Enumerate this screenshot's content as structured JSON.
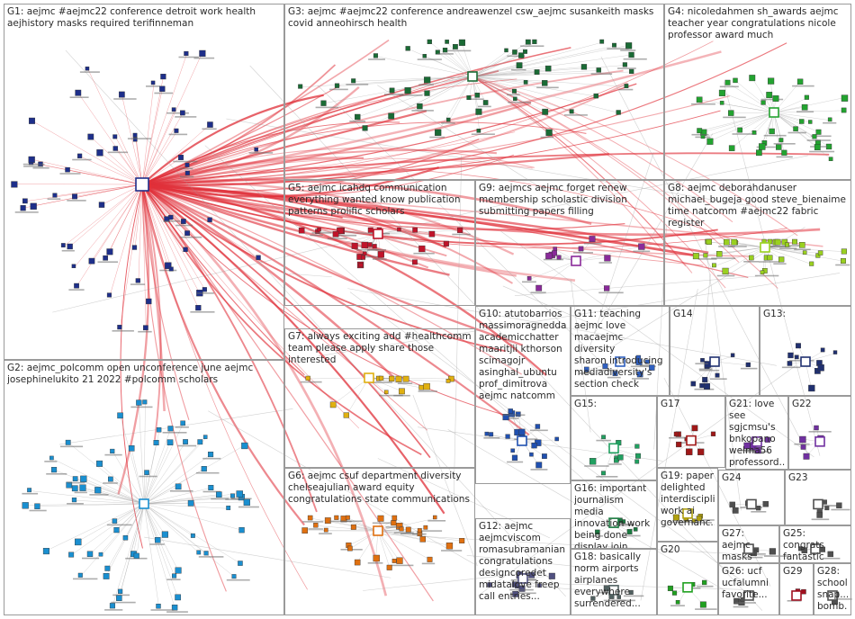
{
  "colors": {
    "edge_primary": "#e0303a",
    "edge_neutral": "#9a9a9a",
    "background": "#ffffff",
    "frame": "#9a9a9a"
  },
  "groups": [
    {
      "id": "G1",
      "label": "G1: aejmc #aejmc22 conference detroit work health\naejhistory masks required terifinneman",
      "color": "#1e2f8a",
      "nodes": 60
    },
    {
      "id": "G2",
      "label": "G2: aejmc_polcomm open unconference june aejmc\njosephinelukito 21 2022 #polcomm scholars",
      "color": "#1a8fd0",
      "nodes": 70
    },
    {
      "id": "G3",
      "label": "G3: aejmc #aejmc22 conference andreawenzel csw_aejmc susankeith masks\ncovid anneohirsch health",
      "color": "#1a6b35",
      "nodes": 55
    },
    {
      "id": "G4",
      "label": "G4: nicoledahmen sh_awards aejmc\nteacher year congratulations nicole\nprofessor award much",
      "color": "#23a330",
      "nodes": 40
    },
    {
      "id": "G5",
      "label": "G5: aejmc icahdq communication\neverything wanted know publication\npatterns prolific scholars",
      "color": "#c0142a",
      "nodes": 25
    },
    {
      "id": "G6",
      "label": "G6: aejmc csuf department diversity\nchelseajulian award equity\ncongratulations state communications",
      "color": "#e07010",
      "nodes": 30
    },
    {
      "id": "G7",
      "label": "G7: always exciting add #healthcomm\nteam please apply share those\ninterested",
      "color": "#e0b010",
      "nodes": 15
    },
    {
      "id": "G8",
      "label": "G8: aejmc deborahdanuser\nmichael_bugeja good steve_bienaime\ntime natcomm #aejmc22 fabric\nregister",
      "color": "#9ad020",
      "nodes": 30
    },
    {
      "id": "G9",
      "label": "G9: aejmcs aejmc forget renew\nmembership scholastic division\nsubmitting papers filling",
      "color": "#8a2a9a",
      "nodes": 12
    },
    {
      "id": "G10",
      "label": "G10: atutobarrios\nmassimoragnedda\nacademicchatter\nmaaritjii kthorson\nscimagojr\nasinghal_ubuntu\nprof_dimitrova\naejmc natcomm",
      "color": "#2050b0",
      "nodes": 20
    },
    {
      "id": "G11",
      "label": "G11: teaching\naejmc love\nmacaejmc diversity\nsharon introducing\nmediadiversity's\nsection check",
      "color": "#3060c0",
      "nodes": 8
    },
    {
      "id": "G12",
      "label": "G12: aejmc\naejmcviscom\nromasubramanian\ncongratulations\ndesigncoredet\nmidatalove freep\ncall entries...",
      "color": "#505080",
      "nodes": 10
    },
    {
      "id": "G13",
      "label": "G13:",
      "color": "#203070",
      "nodes": 10
    },
    {
      "id": "G14",
      "label": "G14",
      "color": "#203070",
      "nodes": 10
    },
    {
      "id": "G15",
      "label": "G15:",
      "color": "#20a060",
      "nodes": 10
    },
    {
      "id": "G16",
      "label": "G16: important\njournalism media\ninnovation work\nbeing done\ndisplay join...",
      "color": "#1a7a40",
      "nodes": 6
    },
    {
      "id": "G17",
      "label": "G17",
      "color": "#a01818",
      "nodes": 8
    },
    {
      "id": "G18",
      "label": "G18: basically\nnorm airports\nairplanes\neverywhere\nsurrendered...",
      "color": "#506060",
      "nodes": 6
    },
    {
      "id": "G19",
      "label": "G19: paper\ndelighted\ninterdiscipli...\nwork ai\ngovernanc...",
      "color": "#b0a010",
      "nodes": 6
    },
    {
      "id": "G20",
      "label": "G20",
      "color": "#20a020",
      "nodes": 6
    },
    {
      "id": "G21",
      "label": "G21: love\nsee\nsgjcmsu's\nbnkopano\nwelma56\nprofessord...",
      "color": "#7030a0",
      "nodes": 5
    },
    {
      "id": "G22",
      "label": "G22",
      "color": "#7030a0",
      "nodes": 5
    },
    {
      "id": "G23",
      "label": "G23",
      "color": "#505050",
      "nodes": 5
    },
    {
      "id": "G24",
      "label": "G24",
      "color": "#505050",
      "nodes": 5
    },
    {
      "id": "G25",
      "label": "G25: congrats\nfantastic\nhonor...",
      "color": "#505050",
      "nodes": 4
    },
    {
      "id": "G26",
      "label": "G26: ucf\nucfalumni\nfavorite...",
      "color": "#505050",
      "nodes": 4
    },
    {
      "id": "G27",
      "label": "G27: aejmc\nmasks\nconference...",
      "color": "#505050",
      "nodes": 4
    },
    {
      "id": "G28",
      "label": "G28:\nschool\nsnap...\nbomb...",
      "color": "#505050",
      "nodes": 3
    },
    {
      "id": "G29",
      "label": "G29",
      "color": "#a01020",
      "nodes": 3
    }
  ]
}
